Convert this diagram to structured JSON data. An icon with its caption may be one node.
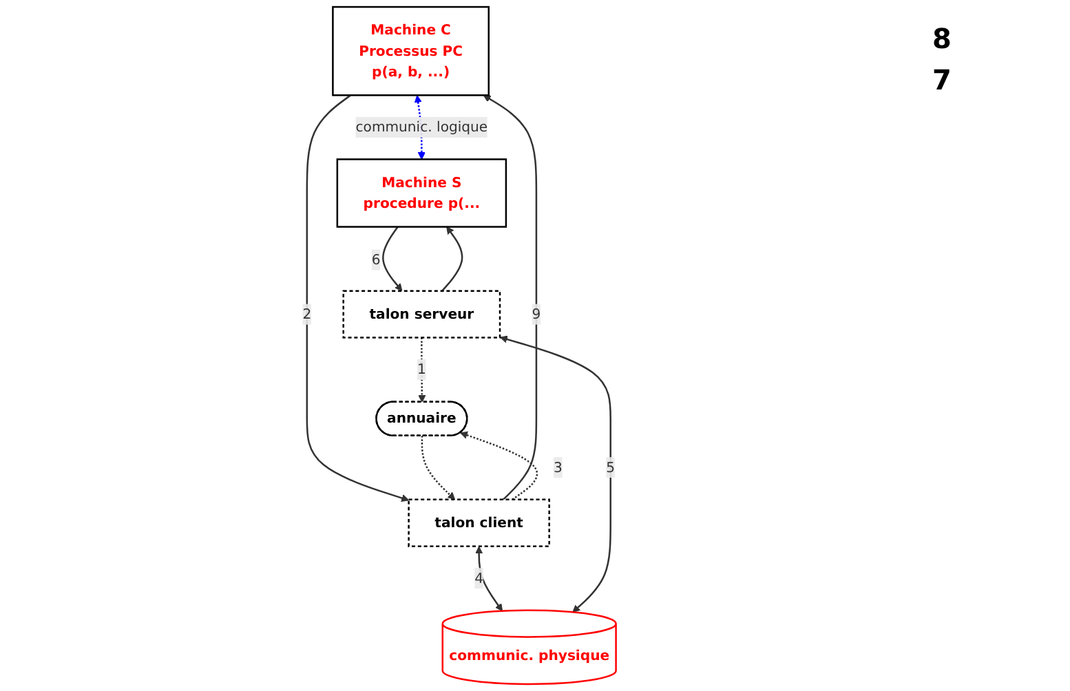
{
  "diagram": {
    "nodes": [
      {
        "text": [
          "Machine C",
          "Processus PC",
          "p(a, b, ...)"
        ]
      },
      {
        "text": [
          "Machine S",
          "procedure p(..."
        ]
      },
      {
        "text": [
          "talon client"
        ]
      },
      {
        "text": [
          "annuaire"
        ]
      },
      {
        "text": [
          "talon serveur"
        ]
      },
      {
        "text": [
          "communic. physique"
        ]
      }
    ],
    "edges": [
      {
        "from": 0,
        "to": 1,
        "arrow": "both",
        "label": "communic. logique",
        "style": "dashed",
        "color": "#0000ff"
      },
      {
        "from": 0,
        "to": 2,
        "arrow": "to",
        "label": "2"
      },
      {
        "from": 2,
        "to": 0,
        "arrow": "to",
        "label": "9"
      },
      {
        "from": 4,
        "to": 1,
        "arrow": "to"
      },
      {
        "from": 1,
        "to": 4,
        "arrow": "to",
        "label": "6"
      },
      {
        "from": 2,
        "to": 3,
        "arrow": "to",
        "label": "3",
        "style": "dashed"
      },
      {
        "from": 3,
        "to": 2,
        "arrow": "to",
        "style": "dashed"
      },
      {
        "from": 4,
        "to": 3,
        "arrow": "to",
        "label": "1",
        "style": "dashed"
      },
      {
        "from": 2,
        "to": 5,
        "arrow": "both",
        "label": "4"
      },
      {
        "from": 4,
        "to": 5,
        "arrow": "both",
        "label": "5"
      }
    ],
    "labels": [
      "8",
      "7"
    ]
  }
}
